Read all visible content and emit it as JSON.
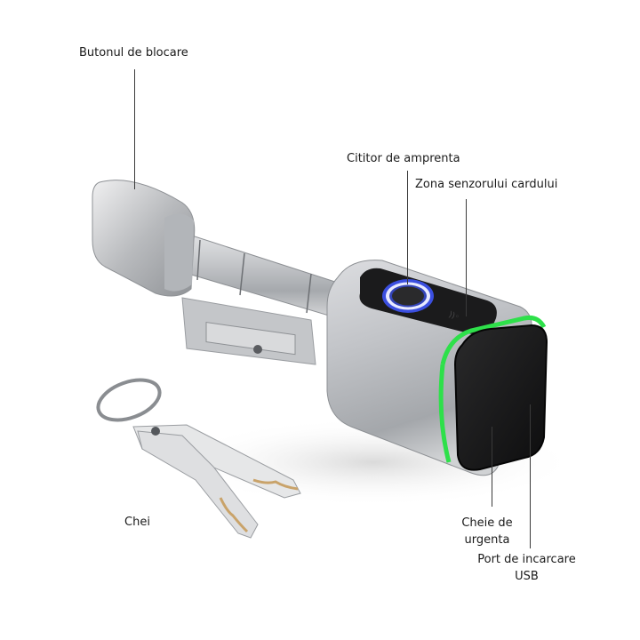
{
  "image": {
    "subject": "smart fingerprint lock cylinder with keys",
    "accent_colors": {
      "fingerprint_ring": "#3b4fe0",
      "status_ring": "#2ee04a",
      "body": "#b9bcc0",
      "front_face": "#161616"
    }
  },
  "labels": {
    "lock_button": "Butonul de blocare",
    "fingerprint_reader": "Cititor de amprenta",
    "card_sensor": "Zona senzorului cardului",
    "keys": "Chei",
    "emergency_key_line1": "Cheie de",
    "emergency_key_line2": "urgenta",
    "usb_port_line1": "Port de incarcare",
    "usb_port_line2": "USB"
  }
}
